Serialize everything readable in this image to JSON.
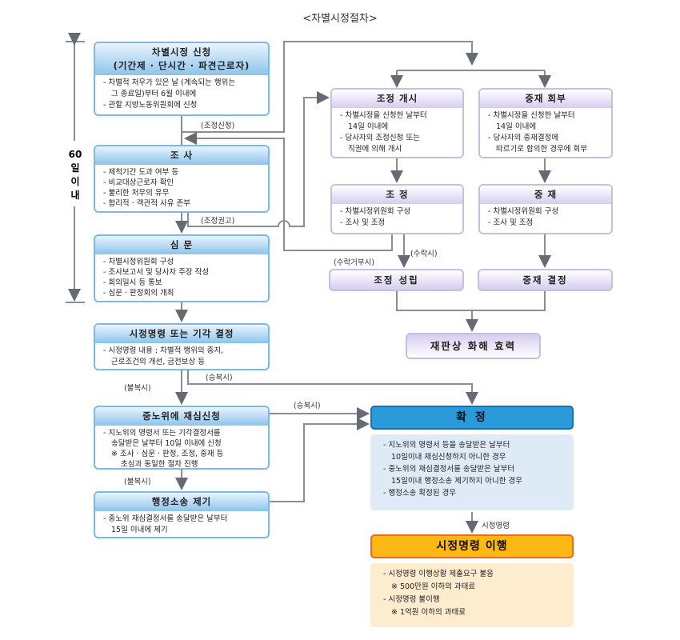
{
  "title": "<차별시정절차>",
  "period_label": [
    "60",
    "일",
    "이",
    "내"
  ],
  "colors": {
    "blue_border": "#7cb9e8",
    "purple_border": "#c7bfe0",
    "final_blue": "#2a9ad8",
    "final_blue_bg": "#deebf7",
    "orange": "#fdb814",
    "orange_border": "#f26522",
    "orange_bg": "#fdeccd",
    "line": "#8a8d94"
  },
  "left": {
    "apply": {
      "title1": "차별시정 신청",
      "title2": "(기간제 · 단시간 · 파견근로자)",
      "lines": [
        "- 차별적 처우가 있은 날 (계속되는 행위는",
        "그 종료일)부터 6월 이내에",
        "- 관할 지방노동위원회에 신청"
      ]
    },
    "investigate": {
      "title": "조  사",
      "lines": [
        "- 제척기간 도과 여부 등",
        "- 비교대상근로자 확인",
        "- 불리한 처우의 유무",
        "- 합리적 · 객관적 사유 존부"
      ]
    },
    "hearing": {
      "title": "심  문",
      "lines": [
        "- 차별시정위원회 구성",
        "- 조사보고서 및 당사자 주장 작성",
        "- 회의일시 등 통보",
        "- 심문 · 판정회의 개최"
      ]
    },
    "decision": {
      "title": "시정명령 또는 기각 결정",
      "lines": [
        "- 시정명령 내용 : 차별적 행위의 중지,",
        "근로조건의 개선, 금전보상 등"
      ]
    },
    "review": {
      "title": "중노위에 재심신청",
      "lines": [
        "- 지노위의 명령서 또는 기각결정서를",
        "송달받은 날부터 10일 이내에 신청",
        "※ 조사 · 심문 · 판정, 조정, 중재 등",
        "초심과 동일한 절차 진행"
      ]
    },
    "lawsuit": {
      "title": "행정소송 제기",
      "lines": [
        "- 중노위 재심결정서를 송달받은 날부터",
        "15일 이내에 제기"
      ]
    }
  },
  "right": {
    "mediation_start": {
      "title": "조정 개시",
      "lines": [
        "- 차별시정을 신청한 날부터",
        "14일 이내에",
        "- 당사자의 조정신청 또는",
        "직권에 의해 개시"
      ]
    },
    "arbitration_refer": {
      "title": "중재 회부",
      "lines": [
        "- 차별시정을 신청한 날부터",
        "14일 이내에",
        "- 당사자의 중재결정에",
        "따르기로 합의한 경우에 회부"
      ]
    },
    "mediation": {
      "title": "조  정",
      "lines": [
        "- 차별시정위원회 구성",
        "- 조사 및 조정"
      ]
    },
    "arbitration": {
      "title": "중  재",
      "lines": [
        "- 차별시정위원회 구성",
        "- 조사 및 조정"
      ]
    },
    "mediation_done": "조정 성립",
    "arbitration_done": "중재 결정",
    "settlement": "재판상 화해 효력",
    "final": {
      "title": "확  정",
      "lines": [
        "- 지노위의 명령서 등을 송달받은 날부터",
        "10일이내 재심신청하지 아니한 경우",
        "- 중노위의 재심결정서를 송달받은 날부터",
        "15일이내 행정소송 제기하지 아니한 경우",
        "- 행정소송 확정된 경우"
      ]
    },
    "compliance": {
      "title": "시정명령 이행",
      "lines": [
        "- 시정명령 이행상황 제출요구 불응",
        "※ 500만원 이하의 과태료",
        "- 시정명령 불이행",
        "※ 1억원 이하의 과태료"
      ]
    }
  },
  "edge_labels": {
    "mediation_request": "(조정신청)",
    "mediation_recommend": "(조정권고)",
    "accept": "(수락시)",
    "reject": "(수락거부시)",
    "object1": "(불복시)",
    "object2": "(불복시)",
    "comply1": "(승복시)",
    "comply2": "(승복시)",
    "order": "시정명령"
  }
}
